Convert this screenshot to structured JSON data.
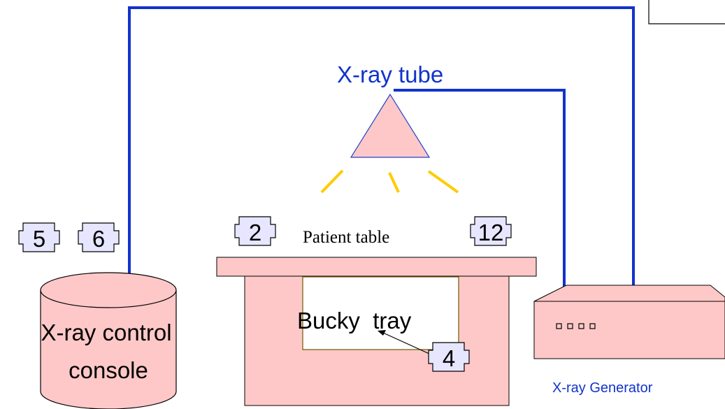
{
  "labels": {
    "xray_tube": "X-ray tube",
    "patient_table": "Patient table",
    "bucky_tray": "Bucky  tray",
    "console_line1": "X-ray control",
    "console_line2": "console",
    "generator": "X-ray Generator"
  },
  "connectors": [
    {
      "id": "connector-5",
      "label": "5"
    },
    {
      "id": "connector-6",
      "label": "6"
    },
    {
      "id": "connector-2",
      "label": "2"
    },
    {
      "id": "connector-12",
      "label": "12"
    },
    {
      "id": "connector-4",
      "label": "4"
    }
  ],
  "colors": {
    "cable": "#1133cc",
    "tube_label": "#1133cc",
    "generator_label": "#1133cc",
    "pink_fill": "#ffc8c8",
    "ray": "#ffcc00",
    "connector_fill": "#e6e6ff",
    "bucky_border": "#6b5a00"
  }
}
